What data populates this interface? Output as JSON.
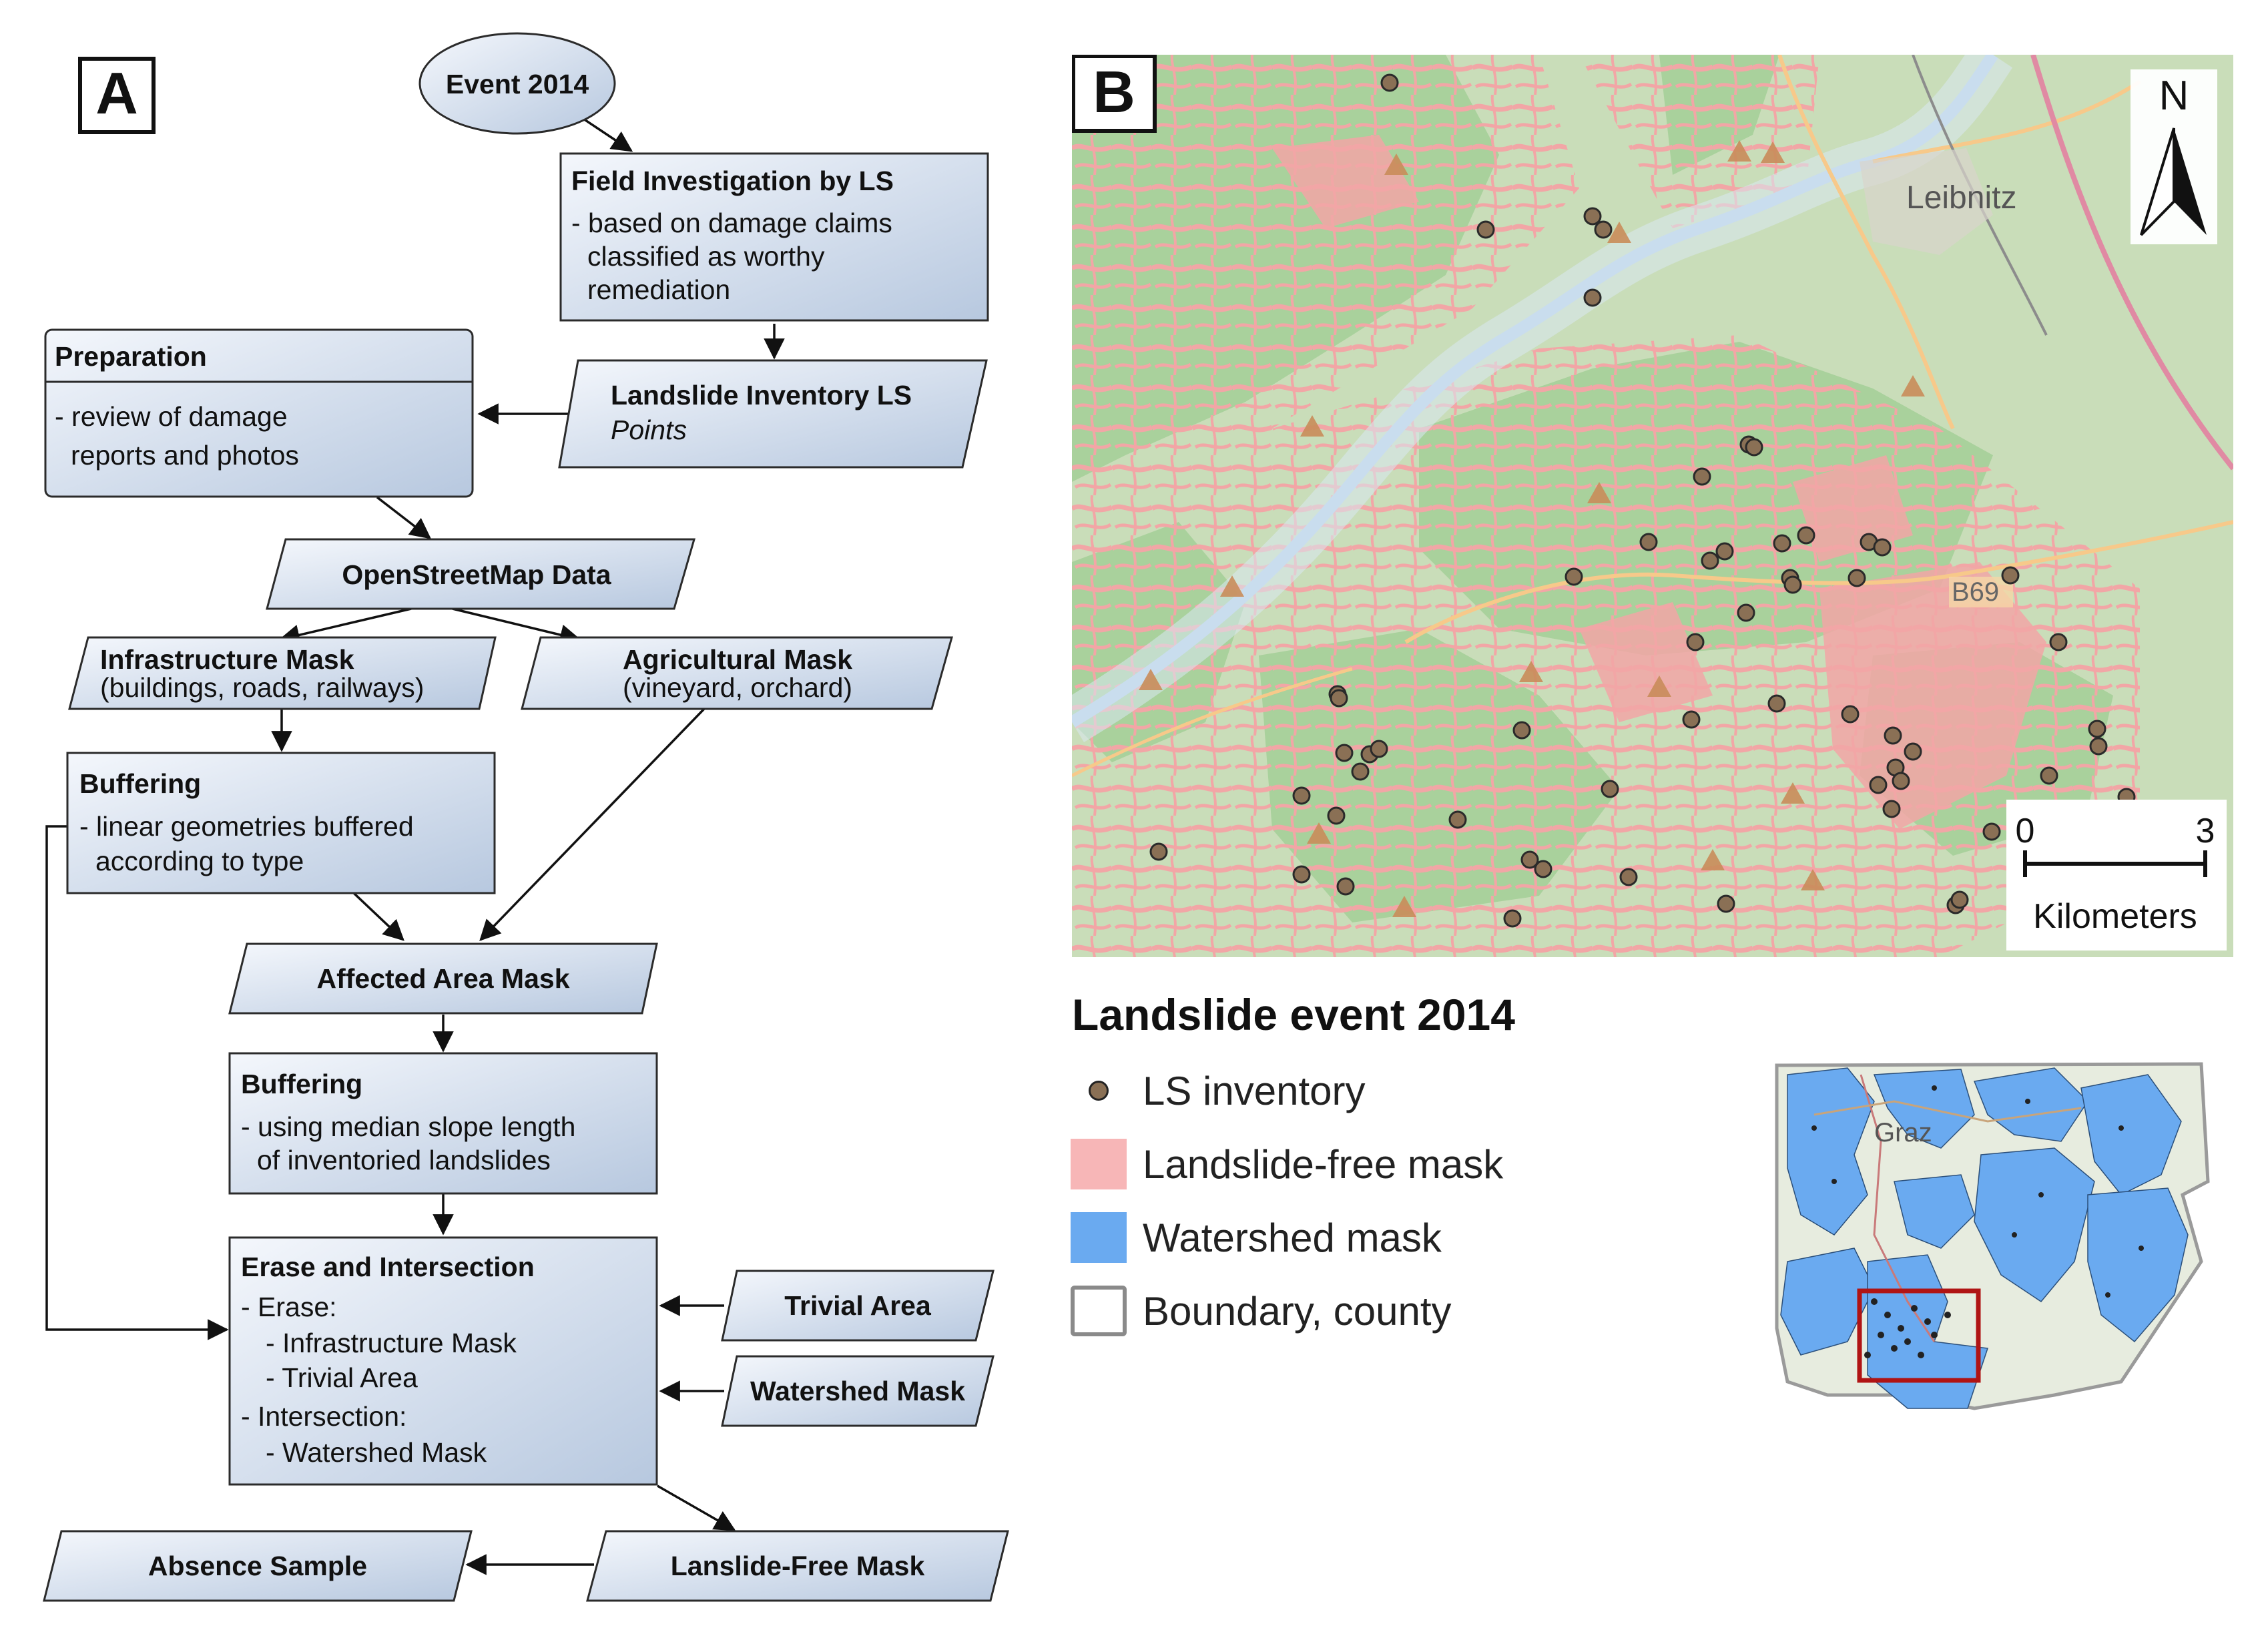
{
  "panels": {
    "a_label": "A",
    "b_label": "B"
  },
  "flowchart": {
    "event": "Event 2014",
    "field_investigation": {
      "title": "Field Investigation by LS",
      "lines": [
        "- based on damage claims",
        "classified as worthy",
        "remediation"
      ]
    },
    "landslide_inventory": {
      "title": "Landslide Inventory LS",
      "subtitle": "Points"
    },
    "preparation": {
      "title": "Preparation",
      "lines": [
        "- review of damage",
        "reports and photos"
      ]
    },
    "osm": {
      "title": "OpenStreetMap Data"
    },
    "infrastructure_mask": {
      "title": "Infrastructure Mask",
      "subtitle": "(buildings, roads, railways)"
    },
    "agricultural_mask": {
      "title": "Agricultural Mask",
      "subtitle": "(vineyard, orchard)"
    },
    "buffering1": {
      "title": "Buffering",
      "lines": [
        "- linear geometries buffered",
        "according to type"
      ]
    },
    "affected_area": {
      "title": "Affected Area Mask"
    },
    "buffering2": {
      "title": "Buffering",
      "lines": [
        "- using median slope length",
        "of inventoried landslides"
      ]
    },
    "erase_intersection": {
      "title": "Erase and Intersection",
      "lines": [
        "- Erase:",
        "- Infrastructure Mask",
        "- Trivial Area",
        "- Intersection:",
        "- Watershed Mask"
      ]
    },
    "trivial_area": {
      "title": "Trivial Area"
    },
    "watershed_mask": {
      "title": "Watershed Mask"
    },
    "landslide_free_mask": {
      "title": "Lanslide-Free Mask"
    },
    "absence_sample": {
      "title": "Absence Sample"
    }
  },
  "map": {
    "place_label": "Leibnitz",
    "road_label": "B69",
    "north_label": "N",
    "scale": {
      "start": "0",
      "end": "3",
      "unit": "Kilometers"
    },
    "colors": {
      "background": "#c9ddb9",
      "forest": "#a9d19c",
      "landslide_free": "#f2a6a6",
      "river": "#b5d0e8",
      "road": "#f7c98a",
      "motorway": "#e08aa3",
      "point": "#8a7055"
    }
  },
  "legend": {
    "title": "Landslide event 2014",
    "items": [
      {
        "label": "LS inventory",
        "color": "#8a7055"
      },
      {
        "label": "Landslide-free mask",
        "color": "#f7b6b7"
      },
      {
        "label": "Watershed mask",
        "color": "#6aaaf0"
      },
      {
        "label": "Boundary, county",
        "color": "#ffffff"
      }
    ]
  },
  "inset": {
    "place_label": "Graz",
    "colors": {
      "watershed": "#6aaaf0",
      "extent": "#b01414",
      "land": "#e7ecdf"
    }
  }
}
